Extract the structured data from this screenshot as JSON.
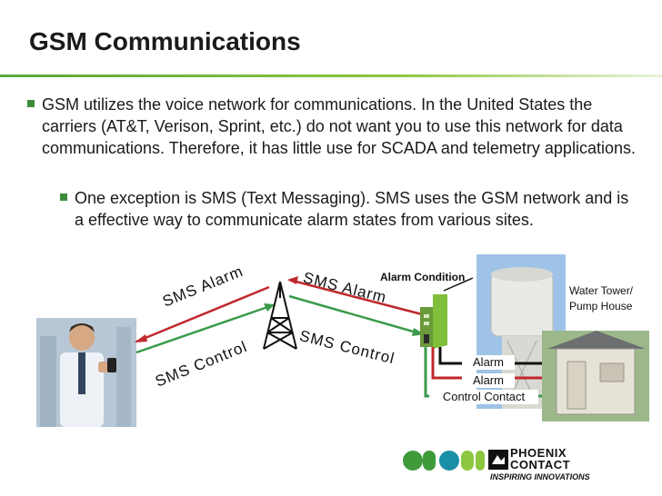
{
  "slide": {
    "title": "GSM Communications",
    "bullet_1": "GSM utilizes the voice network for communications.  In the United States the carriers (AT&T, Verison, Sprint, etc.) do not want you to use this network for data communications.  Therefore, it has little use for SCADA and telemetry applications.",
    "bullet_2": "One exception is SMS (Text Messaging).  SMS uses the GSM network and is a effective way to communicate alarm states from various sites."
  },
  "diagram": {
    "left_alarm": "SMS Alarm",
    "left_control": "SMS Control",
    "right_alarm": "SMS Alarm",
    "right_control": "SMS Control",
    "alarm_condition": "Alarm Condition",
    "site_label_1": "Water Tower/",
    "site_label_2": "Pump House",
    "contact_alarm_1": "Alarm",
    "contact_alarm_2": "Alarm",
    "contact_control": "Control Contact",
    "colors": {
      "alarm": "#c0282d",
      "control": "#3a9a4a"
    }
  },
  "logo": {
    "line1": "PHOENIX",
    "line2": "CONTACT",
    "tagline": "INSPIRING INNOVATIONS",
    "dot_colors": [
      "#3f9b3a",
      "#3f9b3a",
      "#1b8fa6",
      "#8dc63f",
      "#8dc63f"
    ]
  }
}
